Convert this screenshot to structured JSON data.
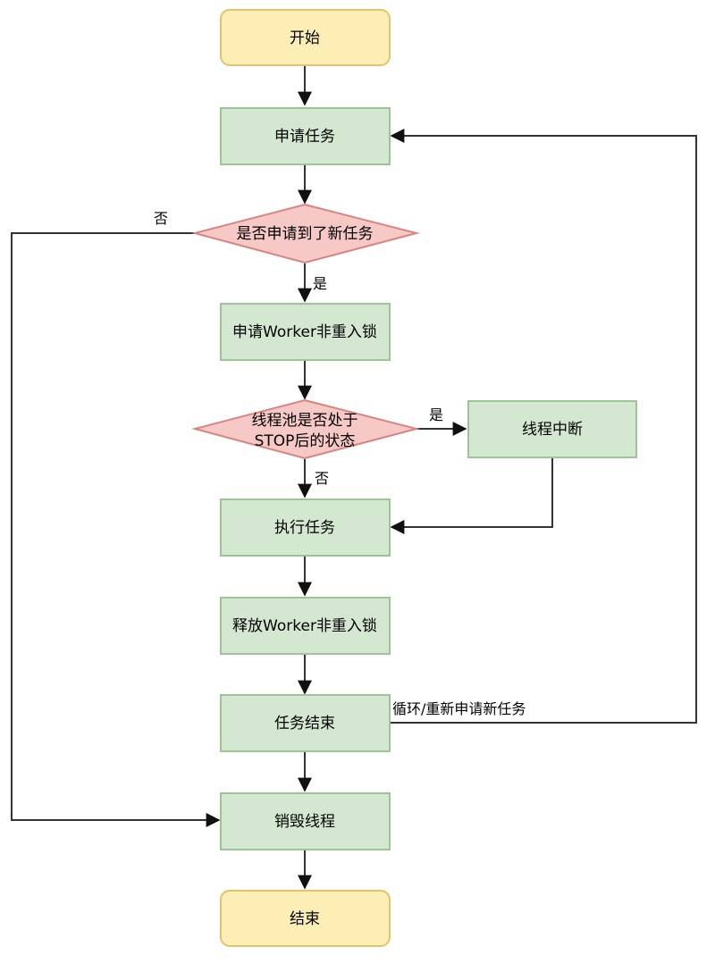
{
  "nodes": {
    "start": "开始",
    "apply_task": "申请任务",
    "got_new_task_q": "是否申请到了新任务",
    "apply_lock": "申请Worker非重入锁",
    "thread_pool_stop_q_line1": "线程池是否处于",
    "thread_pool_stop_q_line2": "STOP后的状态",
    "thread_interrupt": "线程中断",
    "execute_task": "执行任务",
    "release_lock": "释放Worker非重入锁",
    "task_end": "任务结束",
    "destroy_thread": "销毁线程",
    "end": "结束"
  },
  "edge_labels": {
    "no_new_task": "否",
    "yes_new_task": "是",
    "yes_stop": "是",
    "no_stop": "否",
    "loop_back": "循环/重新申请新任务"
  },
  "colors": {
    "terminal_fill": "#fdeeb6",
    "terminal_stroke": "#e2c46e",
    "process_fill": "#d4e8d1",
    "process_stroke": "#9dc494",
    "decision_fill": "#f6c9c6",
    "decision_stroke": "#d98480",
    "edge": "#333333"
  }
}
